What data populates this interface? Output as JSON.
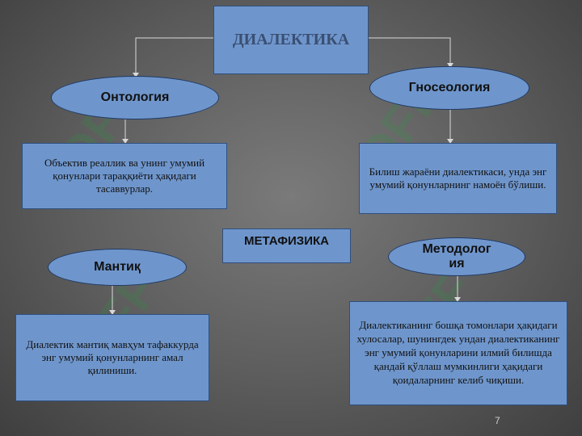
{
  "title": "ДИАЛЕКТИКА",
  "ontology": {
    "label": "Онтология",
    "text": "Объектив реаллик ва унинг умумий қонунлари тараққиёти ҳақидаги тасаввурлар."
  },
  "gnoseology": {
    "label": "Гносеология",
    "text": "Билиш жараёни диалектикаси, унда энг умумий қонунларнинг намоён бўлиши."
  },
  "metaphysics": "МЕТАФИЗИКА",
  "logic": {
    "label": "Мантиқ",
    "text": "Диалектик мантиқ мавҳум тафаккурда энг умумий қонунларнинг амал қилиниши."
  },
  "methodology": {
    "label": "Методолог ия",
    "text": "Диалектиканинг бошқа томонлари ҳақидаги хулосалар, шунингдек ундан диалектиканинг энг умумий қонунларини илмий билишда қандай қўллаш мумкинлиги ҳақидаги қоидаларнинг келиб чиқиши."
  },
  "page_number": "7",
  "colors": {
    "box_fill": "#6f96cc",
    "background": "#5c5c5c"
  }
}
